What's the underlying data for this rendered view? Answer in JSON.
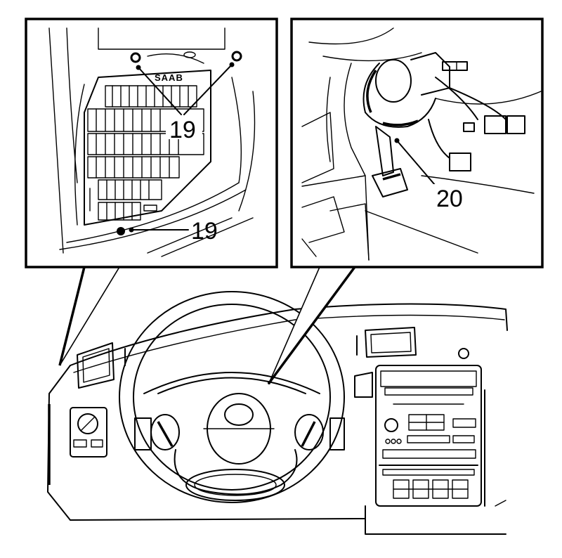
{
  "callouts": {
    "fuse_box_screws_label": "19",
    "fuse_box_lower_screw_label": "19",
    "pedal_bracket_label": "20"
  },
  "brand_on_fuse_box": "SAAB"
}
